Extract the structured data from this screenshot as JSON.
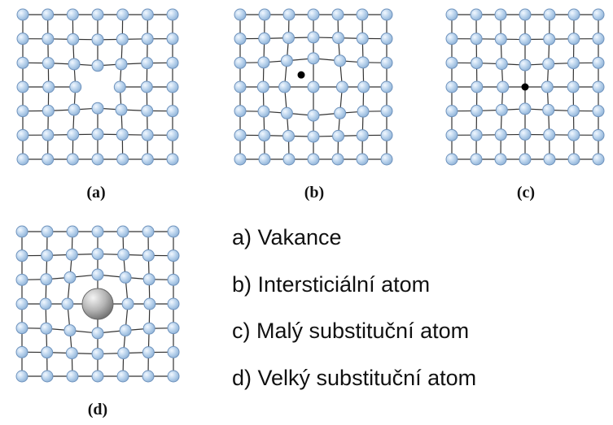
{
  "panels": [
    {
      "id": "a",
      "label": "(a)",
      "defect": "vacancy"
    },
    {
      "id": "b",
      "label": "(b)",
      "defect": "interstitial"
    },
    {
      "id": "c",
      "label": "(c)",
      "defect": "small-substitutional"
    },
    {
      "id": "d",
      "label": "(d)",
      "defect": "large-substitutional"
    }
  ],
  "legend": [
    "a) Vakance",
    "b) Intersticiální atom",
    "c) Malý substituční atom",
    "d) Velký substituční atom"
  ],
  "colors": {
    "atom_fill": "#b8d2ec",
    "atom_stroke": "#6f93bd",
    "bond": "#333333",
    "interstitial": "#000000",
    "large_atom": "#a0a0a0"
  }
}
